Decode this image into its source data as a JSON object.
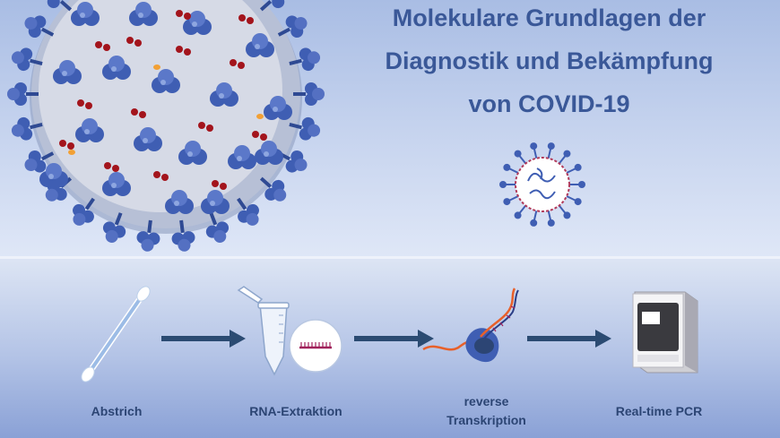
{
  "title": {
    "line1": "Molekulare Grundlagen der",
    "line2": "Diagnostik und Bekämpfung",
    "line3": "von COVID-19"
  },
  "steps": [
    {
      "label": "Abstrich",
      "icon": "swab-icon"
    },
    {
      "label": "RNA-Extraktion",
      "icon": "tube-icon"
    },
    {
      "label": "reverse Transkription",
      "icon": "enzyme-icon"
    },
    {
      "label": "Real-time PCR",
      "icon": "pcr-machine-icon"
    }
  ],
  "colors": {
    "title": "#3a5898",
    "label": "#2c4574",
    "spike": "#3f5eb3",
    "arrow": "#2b4b72",
    "rna": "#a0205a"
  }
}
